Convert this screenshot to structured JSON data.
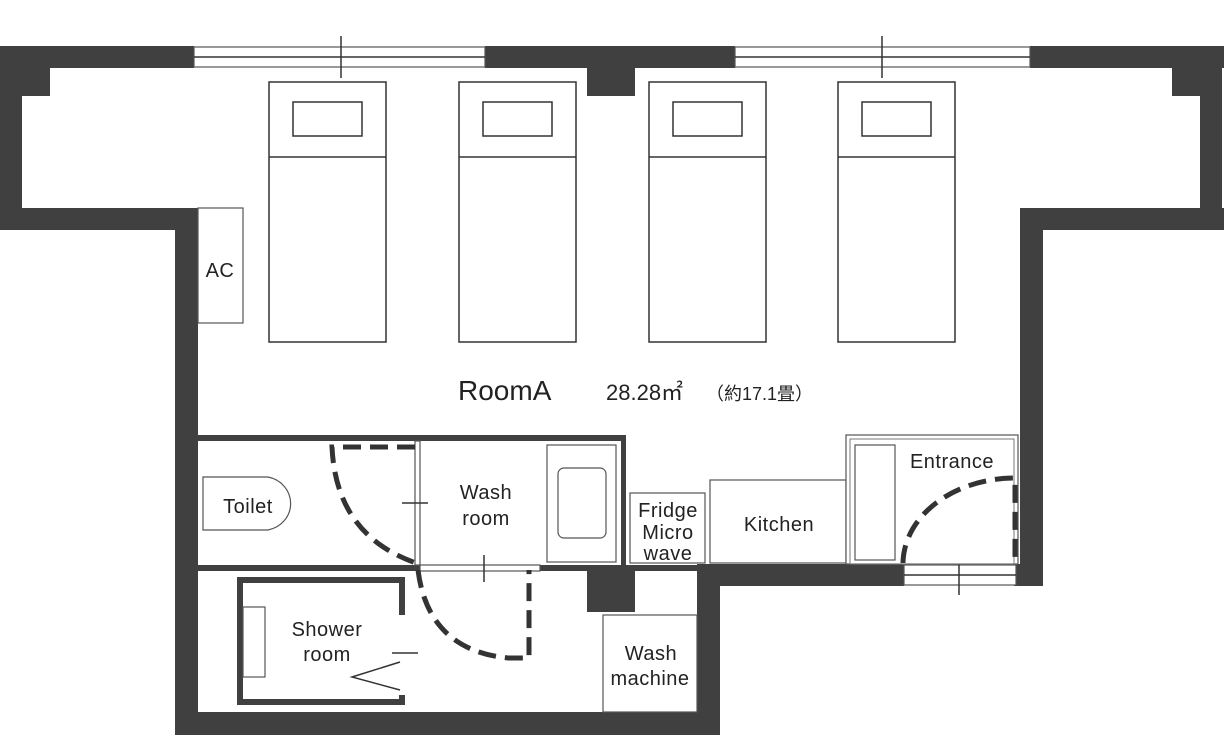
{
  "room": {
    "name": "RoomA",
    "area": "28.28㎡",
    "tatami": "（約17.1畳）"
  },
  "labels": {
    "ac": "AC",
    "toilet": "Toilet",
    "washroom_1": "Wash",
    "washroom_2": "room",
    "fridge_1": "Fridge",
    "fridge_2": "Micro",
    "fridge_3": "wave",
    "kitchen": "Kitchen",
    "entrance": "Entrance",
    "shower_1": "Shower",
    "shower_2": "room",
    "washmachine_1": "Wash",
    "washmachine_2": "machine"
  },
  "colors": {
    "wall": "#404040",
    "line": "#333333"
  }
}
